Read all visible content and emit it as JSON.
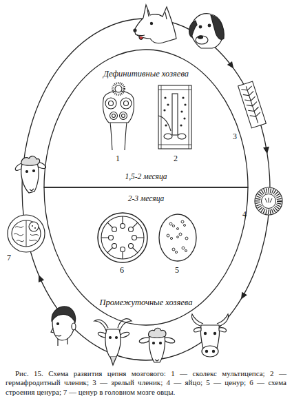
{
  "diagram": {
    "caption": "Рис. 15. Схема развития цепня мозгового: 1 — сколекс мультицепса; 2 — гермафродитный членик; 3 — зрелый членик; 4 — яйцо; 5 — ценур; 6 — схема строения ценура; 7 — ценур в головном мозге овцы.",
    "nodes": [
      {
        "text": [
          "Дефинитивные хозяева",
          "1,5-2 месяца"
        ]
      },
      {
        "text": [
          "2-3 месяца",
          "Промежуточные хозяева"
        ]
      }
    ],
    "labels": [
      "1",
      "2",
      "3",
      "4",
      "5",
      "6",
      "7"
    ]
  }
}
